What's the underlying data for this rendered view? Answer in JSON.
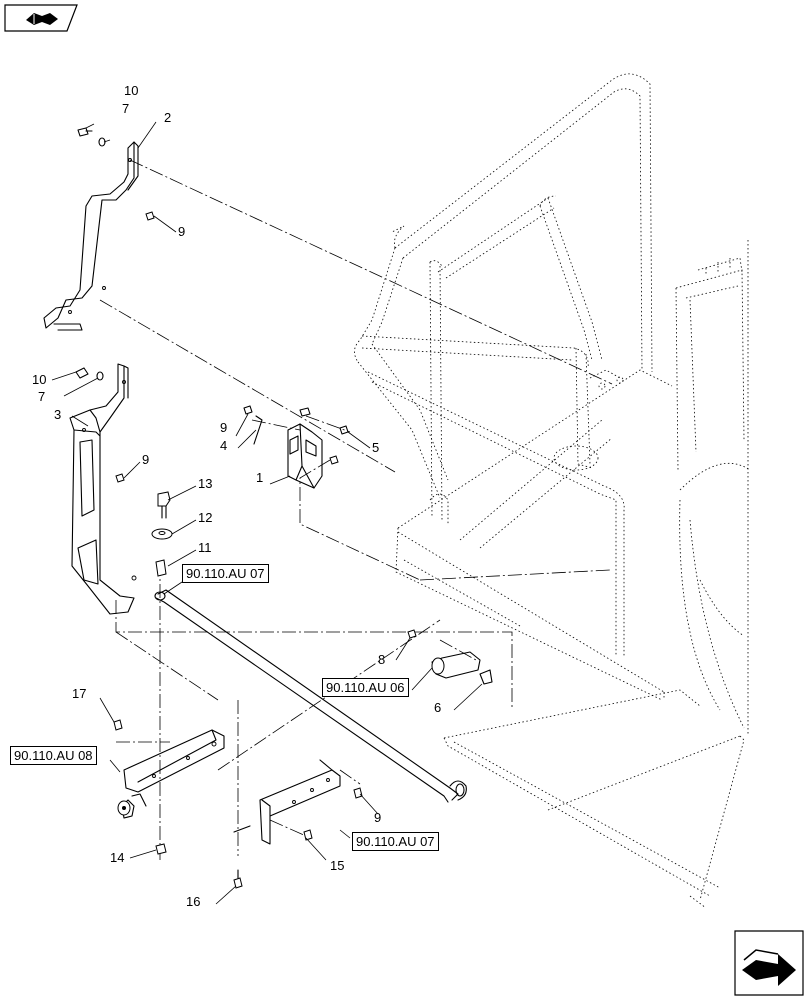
{
  "nav": {
    "top_icon": "book-icon",
    "bottom_icon": "next-page-arrow-icon"
  },
  "callouts": {
    "n1": "1",
    "n2": "2",
    "n3": "3",
    "n4": "4",
    "n5": "5",
    "n6": "6",
    "n7a": "7",
    "n7b": "7",
    "n8": "8",
    "n9a": "9",
    "n9b": "9",
    "n9c": "9",
    "n9d": "9",
    "n10a": "10",
    "n10b": "10",
    "n11": "11",
    "n12": "12",
    "n13": "13",
    "n14": "14",
    "n15": "15",
    "n16": "16",
    "n17": "17"
  },
  "refs": {
    "r_au07_top": "90.110.AU 07",
    "r_au06": "90.110.AU 06",
    "r_au08": "90.110.AU 08",
    "r_au07_bottom": "90.110.AU 07"
  },
  "colors": {
    "line": "#000000",
    "background": "#ffffff"
  }
}
